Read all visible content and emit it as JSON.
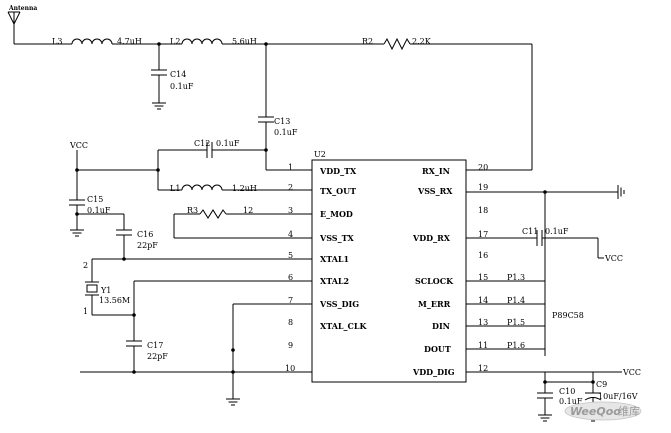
{
  "antenna": {
    "label": "Antenna"
  },
  "components": {
    "L3": {
      "ref": "L3",
      "value": "4.7uH"
    },
    "L2": {
      "ref": "L2",
      "value": "5.6uH"
    },
    "L1": {
      "ref": "L1",
      "value": "1.2uH"
    },
    "R2": {
      "ref": "R2",
      "value": "2.2K"
    },
    "R3": {
      "ref": "R3",
      "value": "12"
    },
    "C14": {
      "ref": "C14",
      "value": "0.1uF"
    },
    "C13": {
      "ref": "C13",
      "value": "0.1uF"
    },
    "C12": {
      "ref": "C12",
      "value": "0.1uF"
    },
    "C15": {
      "ref": "C15",
      "value": "0.1uF"
    },
    "C16": {
      "ref": "C16",
      "value": "22pF"
    },
    "C17": {
      "ref": "C17",
      "value": "22pF"
    },
    "C11": {
      "ref": "C11",
      "value": "0.1uF"
    },
    "C10": {
      "ref": "C10",
      "value": "0.1uF"
    },
    "C9": {
      "ref": "C9",
      "value": "10uF/16V"
    },
    "Y1": {
      "ref": "Y1",
      "value": "13.56M"
    }
  },
  "crystal_pins": {
    "top": "2",
    "bottom": "1"
  },
  "power": {
    "vcc": "VCC"
  },
  "ic": {
    "ref": "U2",
    "left_pins": [
      {
        "num": "1",
        "name": "VDD_TX"
      },
      {
        "num": "2",
        "name": "TX_OUT"
      },
      {
        "num": "3",
        "name": "E_MOD"
      },
      {
        "num": "4",
        "name": "VSS_TX"
      },
      {
        "num": "5",
        "name": "XTAL1"
      },
      {
        "num": "6",
        "name": "XTAL2"
      },
      {
        "num": "7",
        "name": "VSS_DIG"
      },
      {
        "num": "8",
        "name": "XTAL_CLK"
      },
      {
        "num": "9",
        "name": ""
      },
      {
        "num": "10",
        "name": ""
      }
    ],
    "right_pins": [
      {
        "num": "20",
        "name": "RX_IN"
      },
      {
        "num": "19",
        "name": "VSS_RX"
      },
      {
        "num": "18",
        "name": ""
      },
      {
        "num": "17",
        "name": "VDD_RX"
      },
      {
        "num": "16",
        "name": ""
      },
      {
        "num": "15",
        "name": "SCLOCK"
      },
      {
        "num": "14",
        "name": "M_ERR"
      },
      {
        "num": "13",
        "name": "DIN"
      },
      {
        "num": "11",
        "name": "DOUT"
      },
      {
        "num": "12",
        "name": "VDD_DIG"
      }
    ]
  },
  "mcu": {
    "label": "P89C58",
    "ports": [
      "P1.3",
      "P1.4",
      "P1.5",
      "P1.6"
    ]
  },
  "watermark": {
    "brand": "WeeQoo",
    "cn": "维库"
  }
}
